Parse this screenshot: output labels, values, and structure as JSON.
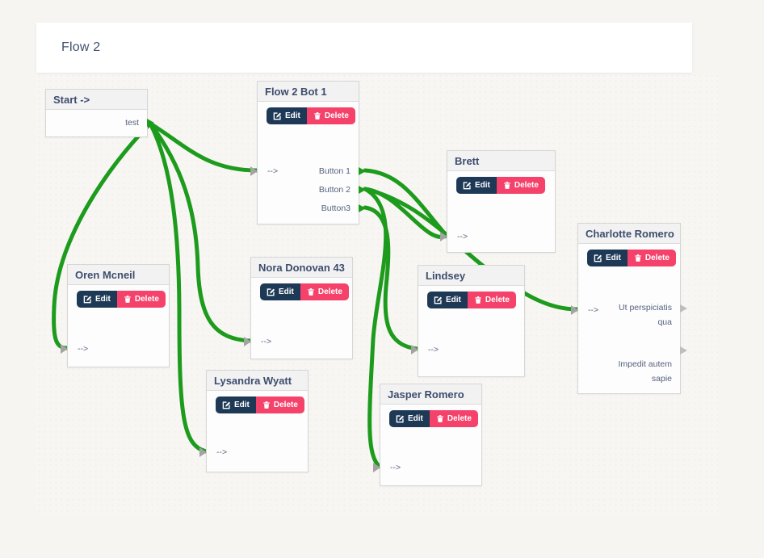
{
  "page": {
    "title": "Flow 2"
  },
  "colors": {
    "connector": "#1d9b1d",
    "edit_button": "#1e3956",
    "delete_button": "#f5426b"
  },
  "buttons": {
    "edit": "Edit",
    "delete": "Delete"
  },
  "nodes": [
    {
      "id": "start",
      "title": "Start ->",
      "outputs": [
        "test"
      ]
    },
    {
      "id": "bot1",
      "title": "Flow 2 Bot 1",
      "input": "-->",
      "outputs": [
        "Button 1",
        "Button 2",
        "Button3"
      ]
    },
    {
      "id": "brett",
      "title": "Brett",
      "input": "-->"
    },
    {
      "id": "charlotte",
      "title": "Charlotte Romero",
      "input": "-->",
      "outputs": [
        "Ut perspiciatis qua",
        "Impedit autem sapie"
      ]
    },
    {
      "id": "oren",
      "title": "Oren Mcneil",
      "input": "-->"
    },
    {
      "id": "nora",
      "title": "Nora Donovan 43",
      "input": "-->"
    },
    {
      "id": "lindsey",
      "title": "Lindsey",
      "input": "-->"
    },
    {
      "id": "lysandra",
      "title": "Lysandra Wyatt",
      "input": "-->"
    },
    {
      "id": "jasper",
      "title": "Jasper Romero",
      "input": "-->"
    }
  ],
  "connections": [
    {
      "from": "start.test",
      "to": "bot1"
    },
    {
      "from": "start.test",
      "to": "oren"
    },
    {
      "from": "start.test",
      "to": "nora"
    },
    {
      "from": "start.test",
      "to": "lysandra"
    },
    {
      "from": "bot1.button1",
      "to": "brett"
    },
    {
      "from": "bot1.button2",
      "to": "brett"
    },
    {
      "from": "bot1.button2",
      "to": "charlotte"
    },
    {
      "from": "bot1.button3",
      "to": "lindsey"
    },
    {
      "from": "bot1.button2",
      "to": "jasper"
    }
  ]
}
